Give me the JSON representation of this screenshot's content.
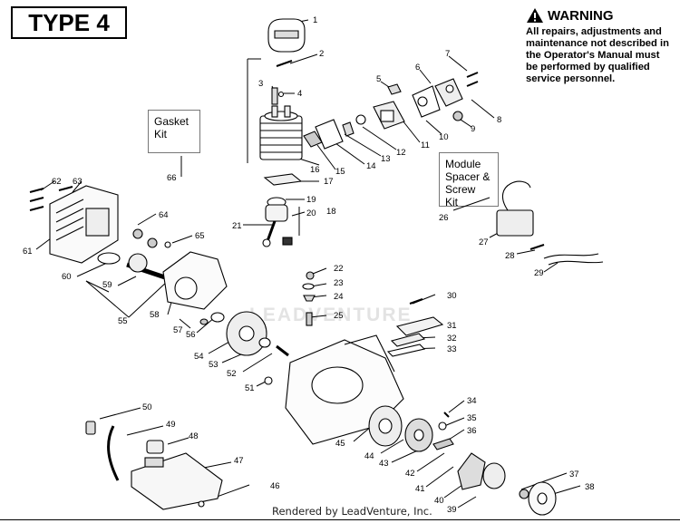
{
  "title": "TYPE 4",
  "warning": {
    "heading": "WARNING",
    "body": "All repairs, adjustments and maintenance not described in the Operator's Manual must be performed by qualified service personnel."
  },
  "kits": {
    "gasket": {
      "label": "Gasket\nKit",
      "ref": "66"
    },
    "module": {
      "label": "Module\nSpacer &\nScrew\nKit",
      "ref": "26"
    }
  },
  "watermark": "LEADVENTURE",
  "footer": "Rendered by LeadVenture, Inc.",
  "callouts": [
    "1",
    "2",
    "3",
    "4",
    "5",
    "6",
    "7",
    "8",
    "9",
    "10",
    "11",
    "12",
    "13",
    "14",
    "15",
    "16",
    "17",
    "18",
    "19",
    "20",
    "21",
    "22",
    "23",
    "24",
    "25",
    "27",
    "28",
    "29",
    "30",
    "31",
    "32",
    "33",
    "34",
    "35",
    "36",
    "37",
    "38",
    "39",
    "40",
    "41",
    "42",
    "43",
    "44",
    "45",
    "46",
    "47",
    "48",
    "49",
    "50",
    "51",
    "52",
    "53",
    "54",
    "55",
    "56",
    "57",
    "58",
    "59",
    "60",
    "61",
    "62",
    "63",
    "64",
    "65"
  ],
  "icons": [
    "warning-triangle-icon"
  ]
}
